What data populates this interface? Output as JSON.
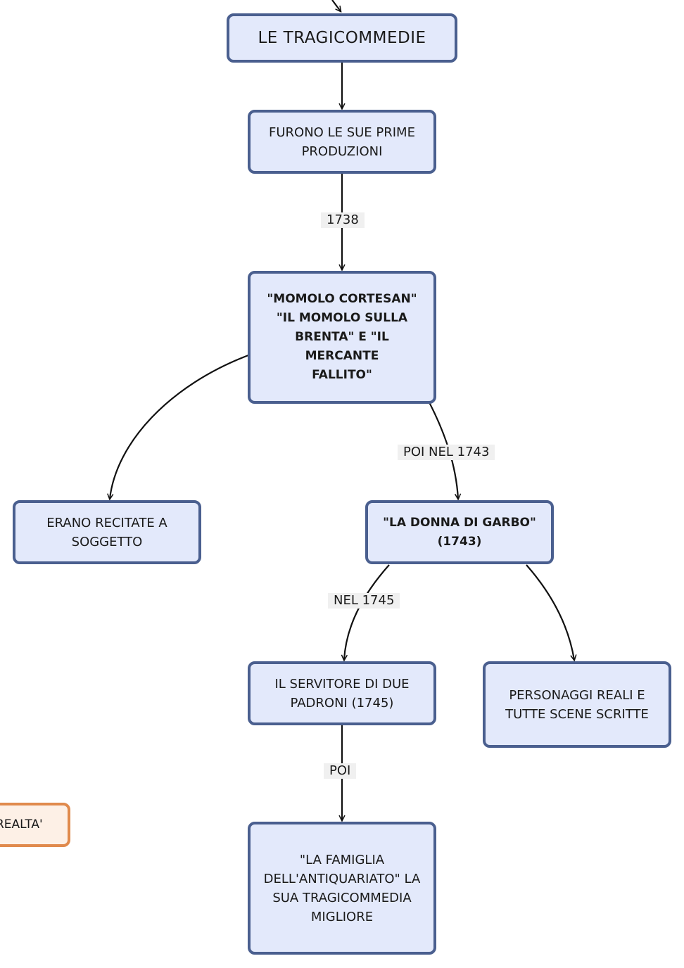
{
  "nodes": {
    "title": "LE TRAGICOMMEDIE",
    "prime": "FURONO LE SUE PRIME\nPRODUZIONI",
    "momolo": "\"MOMOLO CORTESAN\"\n\"IL MOMOLO SULLA\nBRENTA\" E \"IL MERCANTE\nFALLITO\"",
    "soggetto": "ERANO RECITATE A\nSOGGETTO",
    "donna": "\"LA DONNA DI GARBO\"\n(1743)",
    "servitore": "IL SERVITORE DI DUE\nPADRONI (1745)",
    "personaggi": "PERSONAGGI REALI E\nTUTTE SCENE SCRITTE",
    "famiglia": "\"LA FAMIGLIA\nDELL'ANTIQUARIATO\" LA\nSUA TRAGICOMMEDIA\nMIGLIORE",
    "realta": "REALTA'"
  },
  "edge_labels": {
    "y1738": "1738",
    "poi_nel_1743": "POI NEL 1743",
    "nel_1745": "NEL 1745",
    "poi": "POI"
  },
  "colors": {
    "node_fill": "#e3e9fb",
    "node_border": "#4a5f8f",
    "orange_fill": "#fdf0e6",
    "orange_border": "#e08a4d",
    "edge_label_bg": "#f0f0f0",
    "edge": "#111111"
  }
}
